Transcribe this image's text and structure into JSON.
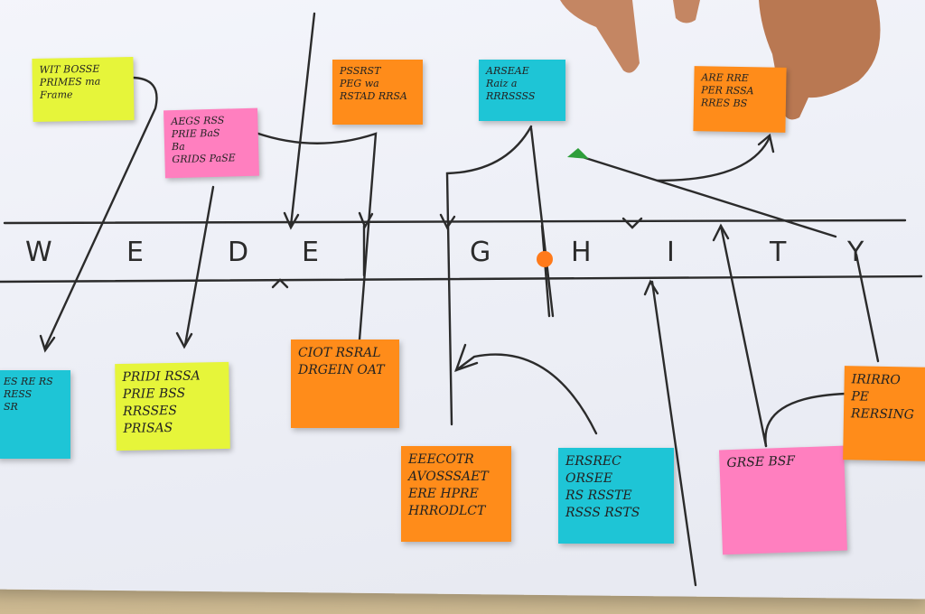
{
  "scene": {
    "description_alt": "Whiteboard paper with hand-drawn timeline and colorful sticky notes",
    "colors": {
      "yellow": "#e6f53a",
      "pink": "#ff7fbf",
      "orange": "#ff8c1a",
      "cyan": "#1ec5d6",
      "ink": "#2b2b2b",
      "paper": "#f2f3f9",
      "skin": "#c98a62"
    }
  },
  "timeline": {
    "letters": [
      "W",
      "E",
      "D",
      "E",
      "G",
      "H",
      "I",
      "T",
      "Y"
    ]
  },
  "notes": [
    {
      "id": "n1",
      "color": "yellow",
      "text": "WIT BOSSE\nPRIMES ma\nFrame"
    },
    {
      "id": "n2",
      "color": "pink",
      "text": "AEGS RSS\nPRIE BaS\nBa\nGRIDS PaSE"
    },
    {
      "id": "n3",
      "color": "orange",
      "text": "PSSRST\nPEG wa\nRSTAD RRSA"
    },
    {
      "id": "n4",
      "color": "cyan",
      "text": "ARSEAE\nRaiz a\nRRRSSSS"
    },
    {
      "id": "n5",
      "color": "orange",
      "text": "ARE RRE\nPER RSSA\nRRES BS"
    },
    {
      "id": "n6",
      "color": "cyan",
      "text": "ES RE RS\nRESS\nSR"
    },
    {
      "id": "n7",
      "color": "yellow",
      "text": "PRIDI RSSA\nPRIE BSS\nRRSSES\nPRISAS"
    },
    {
      "id": "n8",
      "color": "orange",
      "text": "CIOT RSRAL\nDRGEIN OAT"
    },
    {
      "id": "n9",
      "color": "orange",
      "text": "EEECOTR\nAVOSSSAET\nERE HPRE\nHRRODLCT"
    },
    {
      "id": "n10",
      "color": "cyan",
      "text": "ERSREC\nORSEE\nRS RSSTE\nRSSS RSTS"
    },
    {
      "id": "n11",
      "color": "pink",
      "text": "GRSE BSF"
    },
    {
      "id": "n12",
      "color": "orange",
      "text": "IRIRRO\nPE RERSING"
    }
  ]
}
